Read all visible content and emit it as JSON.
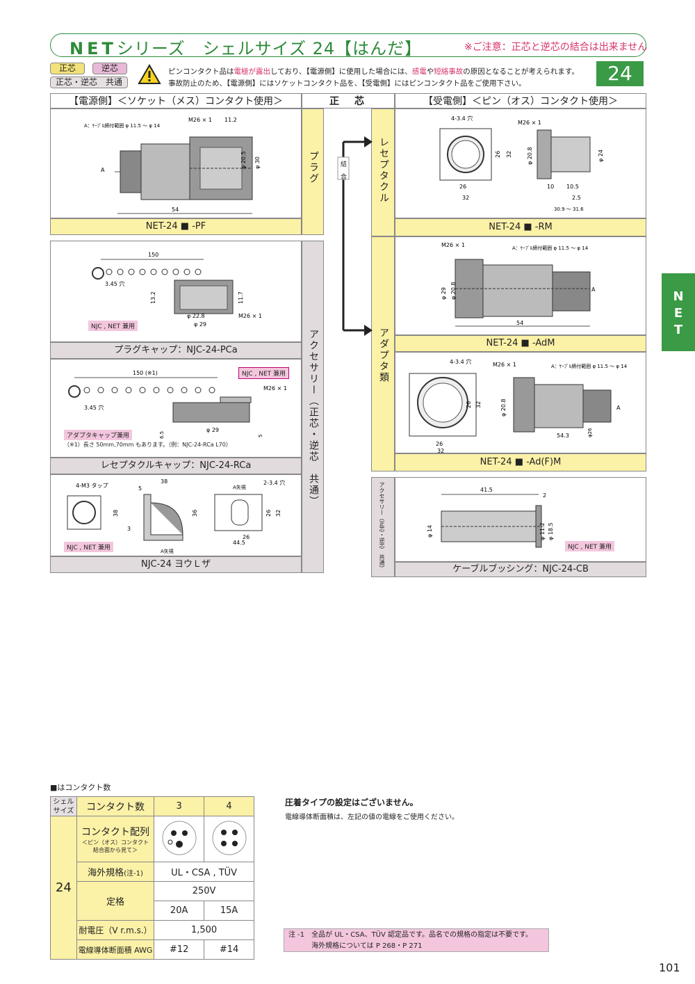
{
  "header": {
    "title_bold": "NET",
    "title_rest": "シリーズ　シェルサイズ 24【はんだ】",
    "note": "※ご注意：正芯と逆芯の結合は出来ません"
  },
  "tags": {
    "seishin": "正芯",
    "gyakushin": "逆芯",
    "common": "正芯・逆芯　共通"
  },
  "warning": {
    "line1_a": "ピンコンタクト品は",
    "line1_red1": "電極が露出",
    "line1_b": "しており、【電源側】に使用した場合には、",
    "line1_red2": "感電",
    "line1_c": "や",
    "line1_red3": "短絡事故",
    "line1_d": "の原因となることが考えられます。",
    "line2": "事故防止のため、【電源側】にはソケットコンタクト品を、【受電側】にはピンコンタクト品をご使用下さい。"
  },
  "size_badge": "24",
  "side_tab": "NET",
  "sections": {
    "power_side": "【電源側】＜ソケット（メス）コンタクト使用＞",
    "power_side_red": "ソケット",
    "center": "正　芯",
    "receive_side": "【受電側】＜ピン（オス）コンタクト使用＞",
    "receive_side_red": "ピン"
  },
  "vlabels": {
    "plug": "プラグ",
    "receptacle": "レセプタクル",
    "adapter": "アダプタ類",
    "accessory": "アクセサリー（正芯・逆芯　共通）",
    "accessory_small": "アクセサリー（正芯・逆芯　共通）",
    "coupling": "結合"
  },
  "products": {
    "pf": "NET-24 ■ -PF",
    "rm": "NET-24 ■ -RM",
    "adm": "NET-24 ■ -AdM",
    "adfm": "NET-24 ■ -Ad(F)M",
    "pca": "プラグキャップ：NJC-24-PCa",
    "rca": "レセプタクルキャップ：NJC-24-RCa",
    "yoke": "NJC-24 ヨウＬザ",
    "cb": "ケーブルブッシング：NJC-24-CB"
  },
  "notes": {
    "njc_net": "NJC , NET 兼用",
    "adapter_cap": "アダプタキャップ兼用",
    "rca_note": "（※1）長さ 50mm,70mm もあります。（例：NJC-24-RCa L70）",
    "cable_range": "A：ｹｰﾌﾞﾙ締付範囲 φ 11.5 〜 φ 14"
  },
  "dims": {
    "m26": "M26 × 1",
    "d112": "11.2",
    "d54": "54",
    "d205": "φ 20.5",
    "d30": "φ 30",
    "a": "A",
    "h34": "4-3.4 穴",
    "d26": "26",
    "d32": "32",
    "d208": "φ 20.8",
    "d24": "φ 24",
    "d10": "10",
    "d105": "10.5",
    "d25": "2.5",
    "d309": "30.9 〜 31.6",
    "d150": "150",
    "d345": "3.45 穴",
    "d132": "13.2",
    "d117": "11.7",
    "d228": "φ 22.8",
    "d29": "φ 29",
    "d150x": "150 (※1)",
    "d65": "6.5",
    "d5": "5",
    "d543": "54.3",
    "d26b": "φ26",
    "m3": "4-M3 タップ",
    "d38": "38",
    "d36": "36",
    "d3": "3",
    "d445": "44.5",
    "d234": "2-3.4 穴",
    "aview": "A矢視",
    "d415": "41.5",
    "d2": "2",
    "d14": "φ 14",
    "d112b": "φ 11.2",
    "d185": "φ 18.5"
  },
  "spec": {
    "legend": "■はコンタクト数",
    "shell_size": "シェルサイズ",
    "contact_count": "コンタクト数",
    "c3": "3",
    "c4": "4",
    "size": "24",
    "arrangement": "コンタクト配列",
    "arrangement_sub1": "＜ピン（オス）コンタクト",
    "arrangement_sub2": "結合面から見て＞",
    "overseas": "海外規格",
    "overseas_note": "(注-1)",
    "overseas_val": "UL・CSA , TÜV",
    "rating": "定格",
    "voltage": "250V",
    "amp3": "20A",
    "amp4": "15A",
    "withstand": "耐電圧（V r.m.s.）",
    "withstand_val": "1,500",
    "awg": "電線導体断面積 AWG",
    "awg3": "#12",
    "awg4": "#14"
  },
  "crimp": {
    "title": "圧着タイプの設定はございません。",
    "body": "電線導体断面積は、左記の値の電線をご使用ください。"
  },
  "footnote": {
    "line1": "注 -1　全品が UL・CSA、TÜV 認定品です。品名での規格の指定は不要です。",
    "line2": "　　　 海外規格については P 268・P 271"
  },
  "page_number": "101",
  "colors": {
    "green": "#3a9a45",
    "pink": "#d6336c",
    "yellow": "#fbf1a7",
    "gray": "#e1dbdd"
  }
}
